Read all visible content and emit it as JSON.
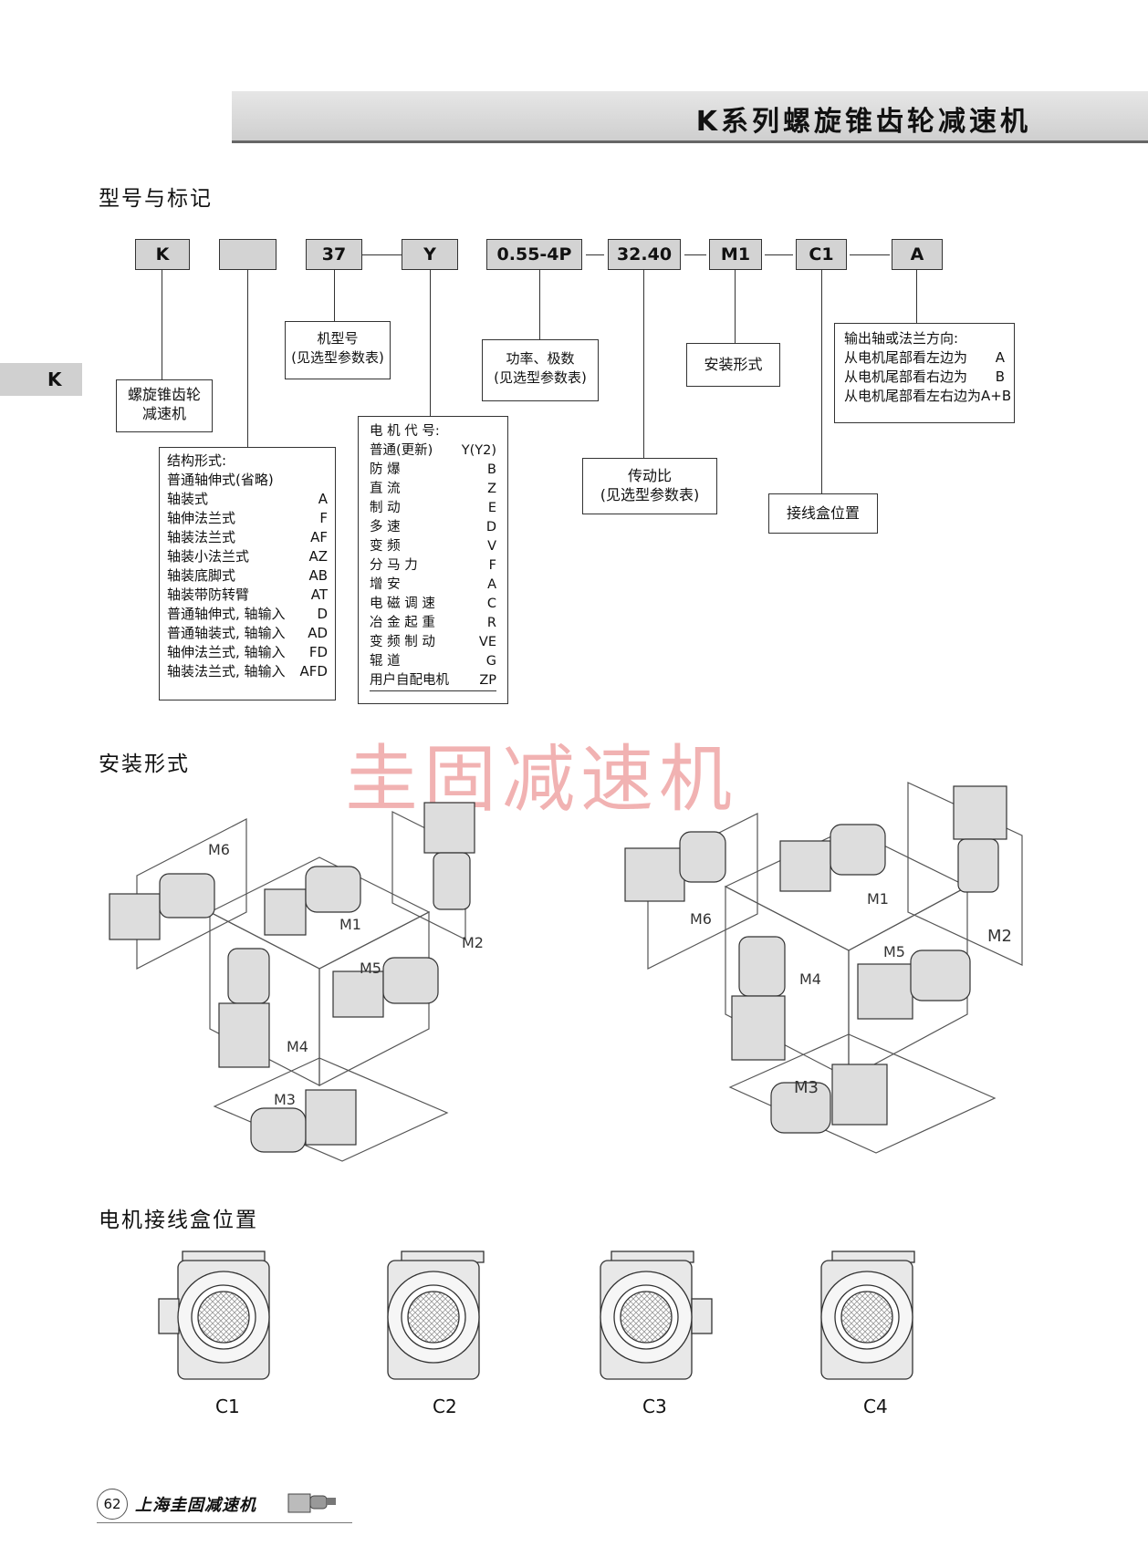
{
  "header": {
    "title": "K系列螺旋锥齿轮减速机"
  },
  "side_tab": {
    "label": "K"
  },
  "sections": {
    "model": "型号与标记",
    "mounting": "安装形式",
    "terminal_box": "电机接线盒位置"
  },
  "codes": {
    "series": "K",
    "blank": "",
    "size": "37",
    "motor": "Y",
    "power": "0.55-4P",
    "ratio": "32.40",
    "mounting": "M1",
    "terminal": "C1",
    "direction": "A"
  },
  "desc": {
    "series": [
      "螺旋锥齿轮",
      "减速机"
    ],
    "size": [
      "机型号",
      "(见选型参数表)"
    ],
    "power": [
      "功率、极数",
      "(见选型参数表)"
    ],
    "mounting": "安装形式",
    "ratio": [
      "传动比",
      "(见选型参数表)"
    ],
    "terminal": "接线盒位置",
    "direction": {
      "title": "输出轴或法兰方向:",
      "rows": [
        {
          "label": "从电机尾部看左边为",
          "code": "A"
        },
        {
          "label": "从电机尾部看右边为",
          "code": "B"
        },
        {
          "label": "从电机尾部看左右边为",
          "code": "A+B"
        }
      ]
    },
    "structure": {
      "title": "结构形式:",
      "rows": [
        {
          "label": "普通轴伸式(省略)",
          "code": ""
        },
        {
          "label": "轴装式",
          "code": "A"
        },
        {
          "label": "轴伸法兰式",
          "code": "F"
        },
        {
          "label": "轴装法兰式",
          "code": "AF"
        },
        {
          "label": "轴装小法兰式",
          "code": "AZ"
        },
        {
          "label": "轴装底脚式",
          "code": "AB"
        },
        {
          "label": "轴装带防转臂",
          "code": "AT"
        },
        {
          "label": "普通轴伸式, 轴输入",
          "code": "D"
        },
        {
          "label": "普通轴装式, 轴输入",
          "code": "AD"
        },
        {
          "label": "轴伸法兰式, 轴输入",
          "code": "FD"
        },
        {
          "label": "轴装法兰式, 轴输入",
          "code": "AFD"
        }
      ]
    },
    "motor": {
      "title": "电 机 代 号:",
      "rows": [
        {
          "label": "普通(更新)",
          "code": "Y(Y2)"
        },
        {
          "label": "防 爆",
          "code": "B"
        },
        {
          "label": "直 流",
          "code": "Z"
        },
        {
          "label": "制 动",
          "code": "E"
        },
        {
          "label": "多 速",
          "code": "D"
        },
        {
          "label": "变 频",
          "code": "V"
        },
        {
          "label": "分 马 力",
          "code": "F"
        },
        {
          "label": "增 安",
          "code": "A"
        },
        {
          "label": "电 磁 调 速",
          "code": "C"
        },
        {
          "label": "冶 金 起 重",
          "code": "R"
        },
        {
          "label": "变 频 制 动",
          "code": "VE"
        },
        {
          "label": "辊 道",
          "code": "G"
        },
        {
          "label": "用户自配电机",
          "code": "ZP"
        }
      ]
    }
  },
  "watermark": "圭固减速机",
  "mounting_labels": [
    "M1",
    "M2",
    "M3",
    "M4",
    "M5",
    "M6"
  ],
  "terminal_positions": [
    "C1",
    "C2",
    "C3",
    "C4"
  ],
  "footer": {
    "page": "62",
    "company": "上海圭固减速机"
  }
}
